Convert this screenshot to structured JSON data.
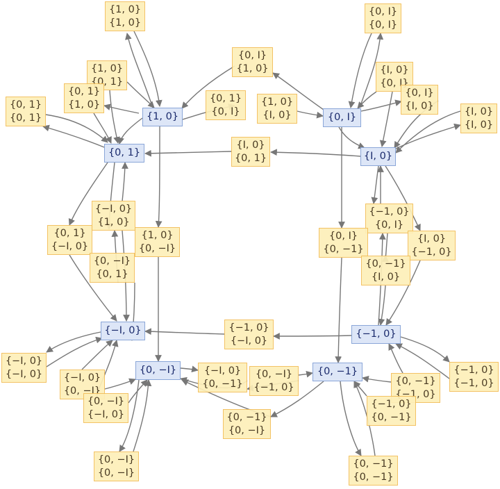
{
  "colors": {
    "state_fill": "#dde6f7",
    "state_border": "#8aa6d8",
    "label_fill": "#fdefb9",
    "label_border": "#f2bd58",
    "arrow": "#777777"
  },
  "states": [
    {
      "id": "s10",
      "text": "{1, 0}"
    },
    {
      "id": "s0i",
      "text": "{0, I}"
    },
    {
      "id": "s01",
      "text": "{0, 1}"
    },
    {
      "id": "si0",
      "text": "{I, 0}"
    },
    {
      "id": "sm10",
      "text": "{−I, 0}"
    },
    {
      "id": "sm1",
      "text": "{−1, 0}"
    },
    {
      "id": "s0mi",
      "text": "{0, −I}"
    },
    {
      "id": "s0m1",
      "text": "{0, −1}"
    }
  ],
  "labels": [
    {
      "id": "l1",
      "lines": [
        "{1, 0}",
        "{1, 0}"
      ]
    },
    {
      "id": "l2",
      "lines": [
        "{0, I}",
        "{0, I}"
      ]
    },
    {
      "id": "l3",
      "lines": [
        "{0, I}",
        "{1, 0}"
      ]
    },
    {
      "id": "l4",
      "lines": [
        "{1, 0}",
        "{0, 1}"
      ]
    },
    {
      "id": "l5",
      "lines": [
        "{I, 0}",
        "{0, I}"
      ]
    },
    {
      "id": "l6",
      "lines": [
        "{0, 1}",
        "{1, 0}"
      ]
    },
    {
      "id": "l7",
      "lines": [
        "{0, I}",
        "{I, 0}"
      ]
    },
    {
      "id": "l8",
      "lines": [
        "{0, 1}",
        "{0, 1}"
      ]
    },
    {
      "id": "l9",
      "lines": [
        "{0, 1}",
        "{0, I}"
      ]
    },
    {
      "id": "l10",
      "lines": [
        "{1, 0}",
        "{I, 0}"
      ]
    },
    {
      "id": "l11",
      "lines": [
        "{I, 0}",
        "{I, 0}"
      ]
    },
    {
      "id": "l12",
      "lines": [
        "{I, 0}",
        "{0, 1}"
      ]
    },
    {
      "id": "l13",
      "lines": [
        "{−I, 0}",
        "{1, 0}"
      ]
    },
    {
      "id": "l14",
      "lines": [
        "{−1, 0}",
        "{0, I}"
      ]
    },
    {
      "id": "l15",
      "lines": [
        "{0, 1}",
        "{−I, 0}"
      ]
    },
    {
      "id": "l16",
      "lines": [
        "{1, 0}",
        "{0, −I}"
      ]
    },
    {
      "id": "l17",
      "lines": [
        "{0, I}",
        "{0, −1}"
      ]
    },
    {
      "id": "l18",
      "lines": [
        "{I, 0}",
        "{−1, 0}"
      ]
    },
    {
      "id": "l19",
      "lines": [
        "{0, −I}",
        "{0, 1}"
      ]
    },
    {
      "id": "l20",
      "lines": [
        "{0, −1}",
        "{I, 0}"
      ]
    },
    {
      "id": "l21",
      "lines": [
        "{−1, 0}",
        "{−I, 0}"
      ]
    },
    {
      "id": "l22",
      "lines": [
        "{−I, 0}",
        "{−I, 0}"
      ]
    },
    {
      "id": "l23",
      "lines": [
        "{−I, 0}",
        "{0, −I}"
      ]
    },
    {
      "id": "l24",
      "lines": [
        "{−I, 0}",
        "{0, −1}"
      ]
    },
    {
      "id": "l25",
      "lines": [
        "{0, −I}",
        "{−1, 0}"
      ]
    },
    {
      "id": "l26",
      "lines": [
        "{−1, 0}",
        "{−1, 0}"
      ]
    },
    {
      "id": "l27",
      "lines": [
        "{0, −1}",
        "{−1, 0}"
      ]
    },
    {
      "id": "l28",
      "lines": [
        "{0, −I}",
        "{−I, 0}"
      ]
    },
    {
      "id": "l29",
      "lines": [
        "{−1, 0}",
        "{0, −1}"
      ]
    },
    {
      "id": "l30",
      "lines": [
        "{0, −1}",
        "{0, −I}"
      ]
    },
    {
      "id": "l31",
      "lines": [
        "{0, −I}",
        "{0, −I}"
      ]
    },
    {
      "id": "l32",
      "lines": [
        "{0, −1}",
        "{0, −1}"
      ]
    }
  ]
}
